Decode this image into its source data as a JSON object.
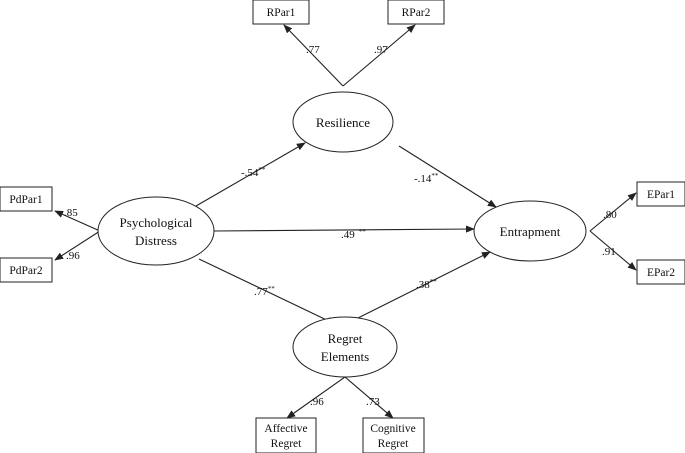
{
  "nodes": {
    "rpar1": [
      "RPar1"
    ],
    "rpar2": [
      "RPar2"
    ],
    "resilience": [
      "Resilience"
    ],
    "pdpar1": [
      "PdPar1"
    ],
    "pdpar2": [
      "PdPar2"
    ],
    "distress": [
      "Psychological",
      "Distress"
    ],
    "entrapment": [
      "Entrapment"
    ],
    "epar1": [
      "EPar1"
    ],
    "epar2": [
      "EPar2"
    ],
    "regret": [
      "Regret",
      "Elements"
    ],
    "affective": [
      "Affective",
      "Regret"
    ],
    "cognitive": [
      "Cognitive",
      "Regret"
    ]
  },
  "paths": {
    "res_rpar1": ".77",
    "res_rpar2": ".97",
    "dist_res": "-.54",
    "res_ent": "-.14",
    "dist_ent": ".49",
    "dist_reg": ".77",
    "reg_ent": ".38",
    "dist_pdpar1": ".85",
    "dist_pdpar2": ".96",
    "ent_epar1": ".80",
    "ent_epar2": ".91",
    "reg_aff": ".96",
    "reg_cog": ".73"
  },
  "significance": {
    "dist_res": "**",
    "res_ent": "**",
    "dist_ent": "**",
    "dist_reg": "**",
    "reg_ent": "**"
  }
}
